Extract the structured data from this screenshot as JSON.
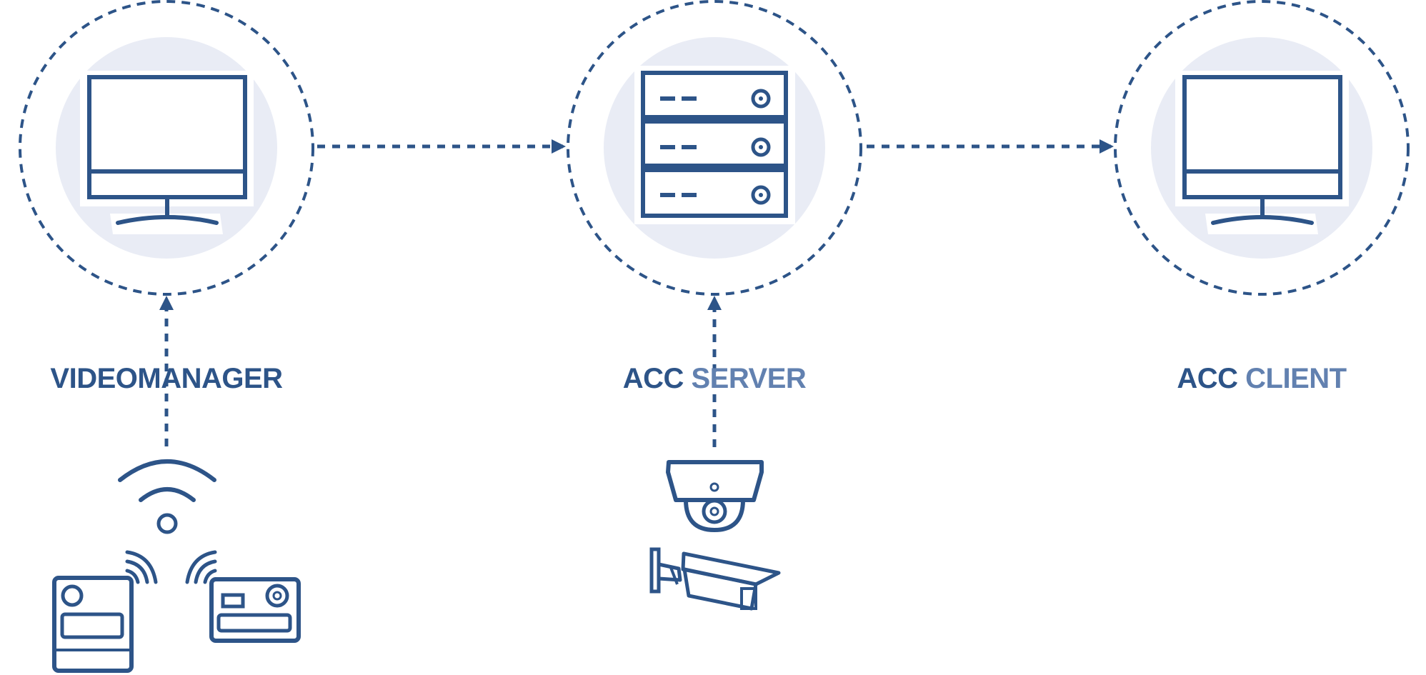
{
  "colors": {
    "primary": "#2d5488",
    "accent": "#6281b0",
    "halo": "#e9ecf5",
    "background": "#ffffff"
  },
  "nodes": {
    "videomanager": {
      "label": "VIDEOMANAGER",
      "icon": "monitor-icon"
    },
    "acc_server": {
      "label_primary": "ACC",
      "label_accent": "SERVER",
      "icon": "server-rack-icon"
    },
    "acc_client": {
      "label_primary": "ACC",
      "label_accent": "CLIENT",
      "icon": "monitor-icon"
    }
  },
  "devices": {
    "videomanager_source": [
      "wifi-icon",
      "body-worn-camera-icon",
      "body-worn-camera-icon"
    ],
    "acc_server_source": [
      "dome-camera-icon",
      "bullet-camera-icon"
    ]
  },
  "connections": [
    {
      "from": "videomanager",
      "to": "acc_server",
      "style": "dashed-arrow"
    },
    {
      "from": "acc_server",
      "to": "acc_client",
      "style": "dashed-arrow"
    },
    {
      "from": "videomanager_source",
      "to": "videomanager",
      "style": "dashed-arrow"
    },
    {
      "from": "acc_server_source",
      "to": "acc_server",
      "style": "dashed-arrow"
    }
  ]
}
